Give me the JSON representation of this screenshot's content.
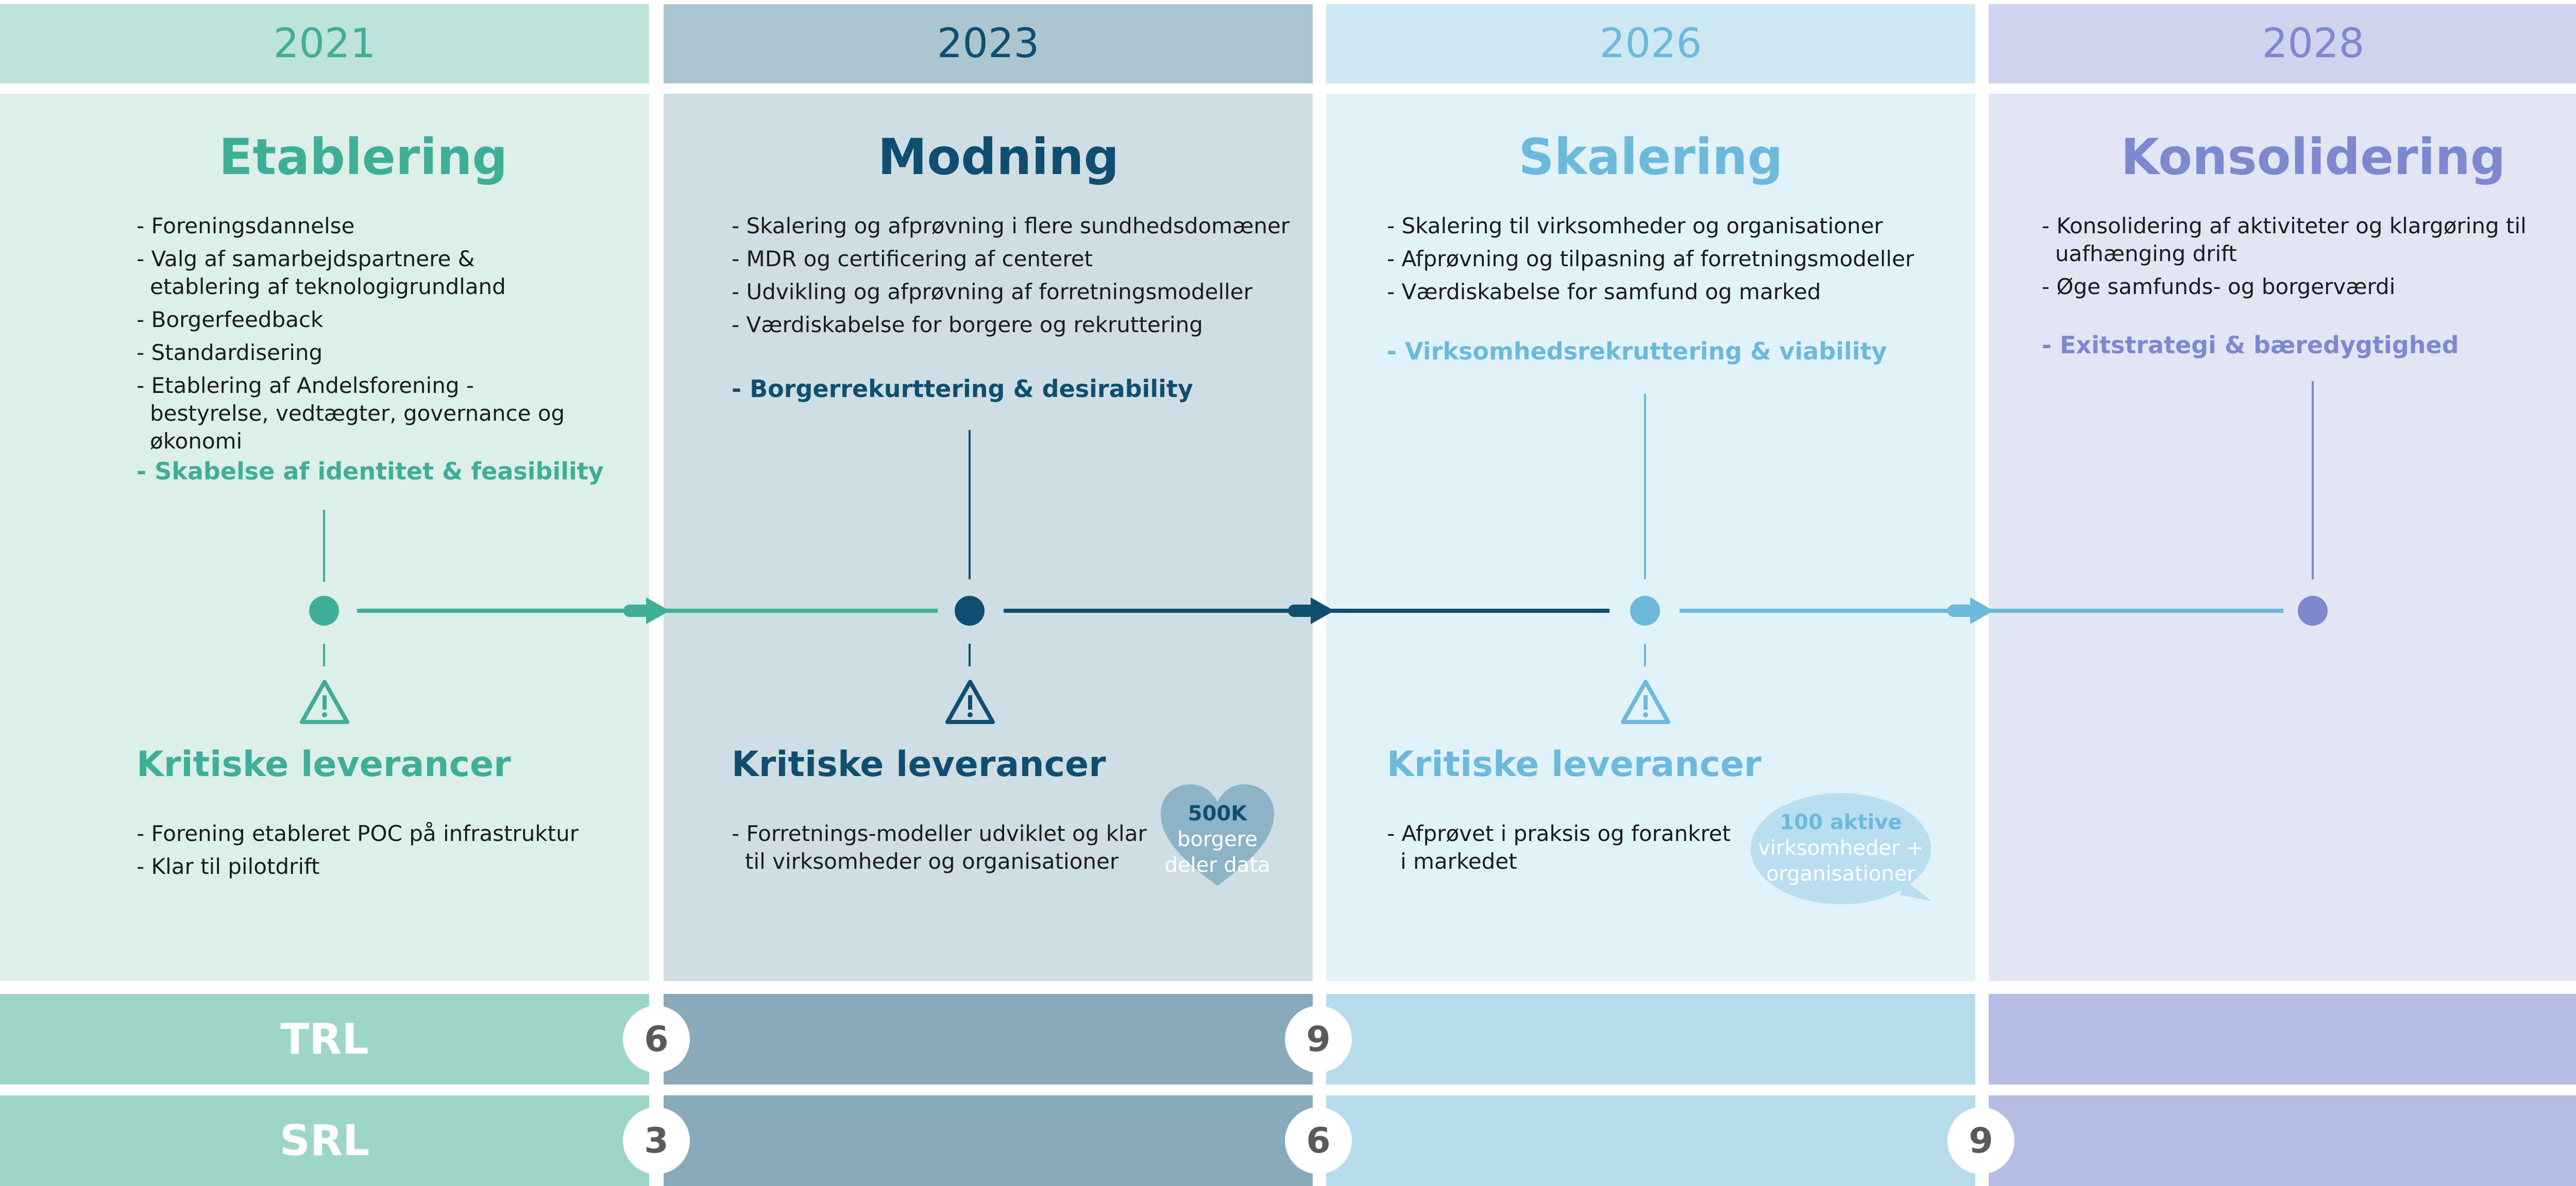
{
  "colors": {
    "teal": "#3fae98",
    "navy": "#0f4e70",
    "sky": "#6cb9dc",
    "lavender": "#7d88cf"
  },
  "columns": [
    {
      "year": "2021",
      "title": "Etablering",
      "bullets": [
        "- Foreningsdannelse",
        "- Valg af samarbejdspartnere & etablering af teknologigrundland",
        "- Borgerfeedback",
        "- Standardisering",
        "- Etablering af Andelsforening - bestyrelse, vedtægter, governance og økonomi"
      ],
      "highlight": "- Skabelse af identitet & feasibility",
      "critical_title": "Kritiske leverancer",
      "critical_bullets": [
        "- Forening etableret POC på infrastruktur",
        "- Klar til pilotdrift"
      ]
    },
    {
      "year": "2023",
      "title": "Modning",
      "bullets": [
        "- Skalering og afprøvning i flere sundhedsdomæner",
        "- MDR og certificering af centeret",
        "- Udvikling og afprøvning af forretningsmodeller",
        "- Værdiskabelse for borgere og rekruttering"
      ],
      "highlight": "- Borgerrekurttering & desirability",
      "critical_title": "Kritiske leverancer",
      "critical_bullets": [
        "- Forretnings-modeller udviklet og klar til virksomheder og organisationer"
      ],
      "badge": {
        "value": "500K",
        "line1": "borgere",
        "line2": "deler data"
      }
    },
    {
      "year": "2026",
      "title": "Skalering",
      "bullets": [
        "- Skalering til virksomheder og organisationer",
        "- Afprøvning og tilpasning af forretningsmodeller",
        "- Værdiskabelse for samfund og marked"
      ],
      "highlight": "- Virksomhedsrekruttering & viability",
      "critical_title": "Kritiske leverancer",
      "critical_bullets": [
        "- Afprøvet i praksis og forankret i markedet"
      ],
      "badge": {
        "value": "100 aktive",
        "line1": "virksomheder +",
        "line2": "organisationer"
      }
    },
    {
      "year": "2028",
      "title": "Konsolidering",
      "bullets": [
        "- Konsolidering af aktiviteter og klargøring til uafhænging drift",
        "- Øge samfunds- og borgerværdi"
      ],
      "highlight": "- Exitstrategi & bæredygtighed"
    }
  ],
  "levels": {
    "trl": {
      "label": "TRL",
      "markers": [
        "6",
        "9"
      ]
    },
    "srl": {
      "label": "SRL",
      "markers": [
        "3",
        "6",
        "9"
      ]
    }
  }
}
